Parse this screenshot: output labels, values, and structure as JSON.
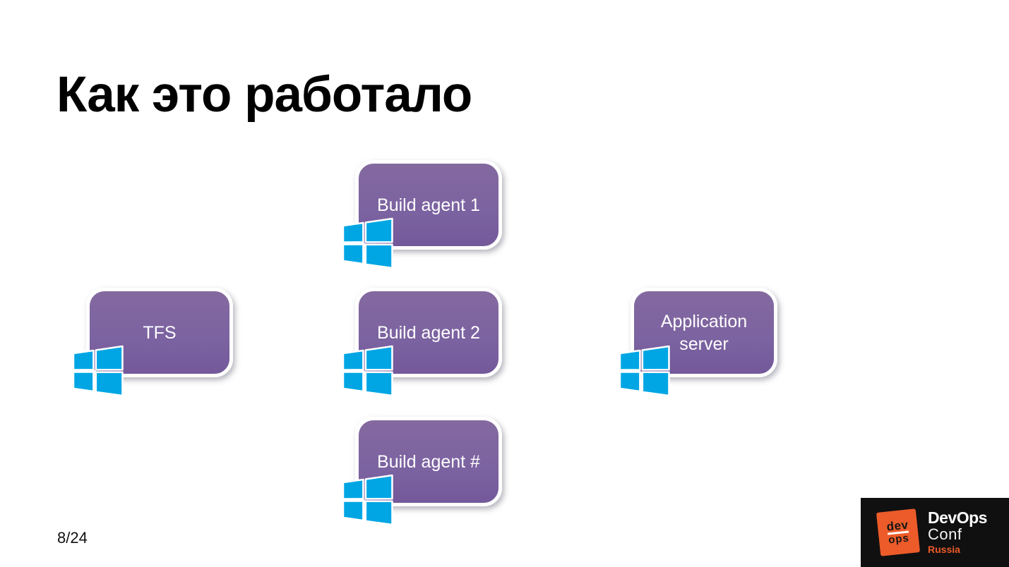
{
  "slide": {
    "title": "Как это работало",
    "background_color": "#ffffff"
  },
  "diagram": {
    "nodes": [
      {
        "id": "build-agent-1",
        "label": "Build agent 1",
        "icon": "windows-logo-icon"
      },
      {
        "id": "tfs",
        "label": "TFS",
        "icon": "windows-logo-icon"
      },
      {
        "id": "build-agent-2",
        "label": "Build agent 2",
        "icon": "windows-logo-icon"
      },
      {
        "id": "application-server",
        "label": "Application server",
        "icon": "windows-logo-icon"
      },
      {
        "id": "build-agent-n",
        "label": "Build agent #",
        "icon": "windows-logo-icon"
      }
    ],
    "colors": {
      "node_fill": "#7c63a1",
      "node_border": "#ffffff",
      "node_text": "#ffffff",
      "windows_blue": "#00a6e4"
    }
  },
  "footer": {
    "page_number": "8/24",
    "logo": {
      "badge_top": "dev",
      "badge_bottom": "ops",
      "title_bold": "DevOps",
      "title_light": "Conf",
      "subtitle": "Russia",
      "colors": {
        "background": "#101010",
        "accent_orange": "#ec5b29"
      }
    }
  }
}
